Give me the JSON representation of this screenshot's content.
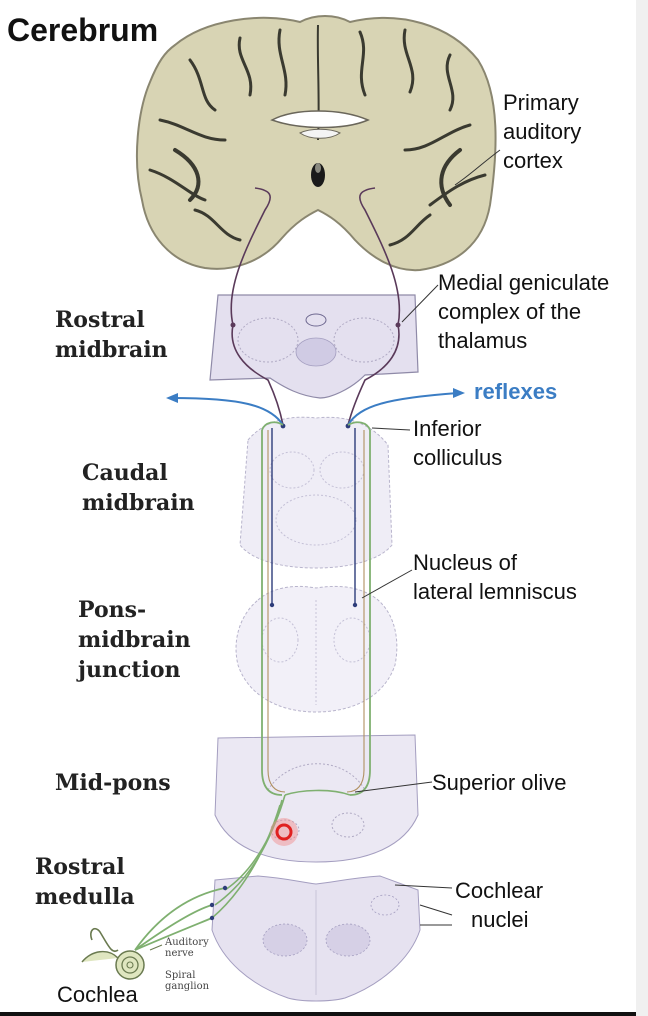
{
  "title": "Cerebrum",
  "labels": {
    "primary_auditory_cortex": [
      "Primary",
      "auditory",
      "cortex"
    ],
    "medial_geniculate": [
      "Medial geniculate",
      "complex of the",
      "thalamus"
    ],
    "reflexes": "reflexes",
    "inferior_colliculus": [
      "Inferior",
      "colliculus"
    ],
    "nucleus_lateral_lemniscus": [
      "Nucleus of",
      "lateral lemniscus"
    ],
    "superior_olive": "Superior olive",
    "cochlear_nuclei": [
      "Cochlear",
      "nuclei"
    ],
    "cochlea": "Cochlea",
    "auditory_nerve": [
      "Auditory",
      "nerve"
    ],
    "spiral_ganglion": [
      "Spiral",
      "ganglion"
    ]
  },
  "levels": {
    "rostral_midbrain": [
      "Rostral",
      "midbrain"
    ],
    "caudal_midbrain": [
      "Caudal",
      "midbrain"
    ],
    "pons_midbrain_junction": [
      "Pons-",
      "midbrain",
      "junction"
    ],
    "mid_pons": "Mid-pons",
    "rostral_medulla": [
      "Rostral",
      "medulla"
    ]
  },
  "colors": {
    "reflexes_arrow": "#3b7dc4",
    "ascending_pathway_green": "#7fb070",
    "descending_pathway_navy": "#2e3d7a",
    "thalamocortical_purple": "#5a3a5a",
    "marker_red": "#e02020",
    "brain_tissue": "#d8d4b4",
    "section_lavender": "#e4e0ef"
  }
}
